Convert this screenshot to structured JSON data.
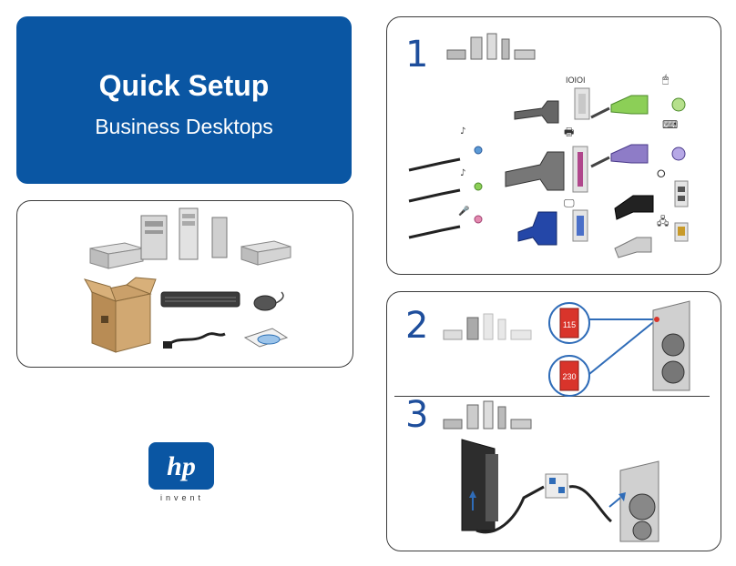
{
  "title": {
    "main": "Quick Setup",
    "sub": "Business Desktops"
  },
  "steps": {
    "step1": "1",
    "step2": "2",
    "step3": "3"
  },
  "step1": {
    "serial_label": "IOIOI"
  },
  "step2": {
    "voltage_115": "115",
    "voltage_230": "230"
  },
  "logo": {
    "mark": "hp",
    "tagline": "invent"
  },
  "colors": {
    "brand_blue": "#0a56a3",
    "step_blue": "#1e4e9c",
    "ps2_green": "#8ccf57",
    "ps2_purple": "#8e7cc7",
    "vga_blue": "#2447a8",
    "switch_red": "#d9342b"
  }
}
